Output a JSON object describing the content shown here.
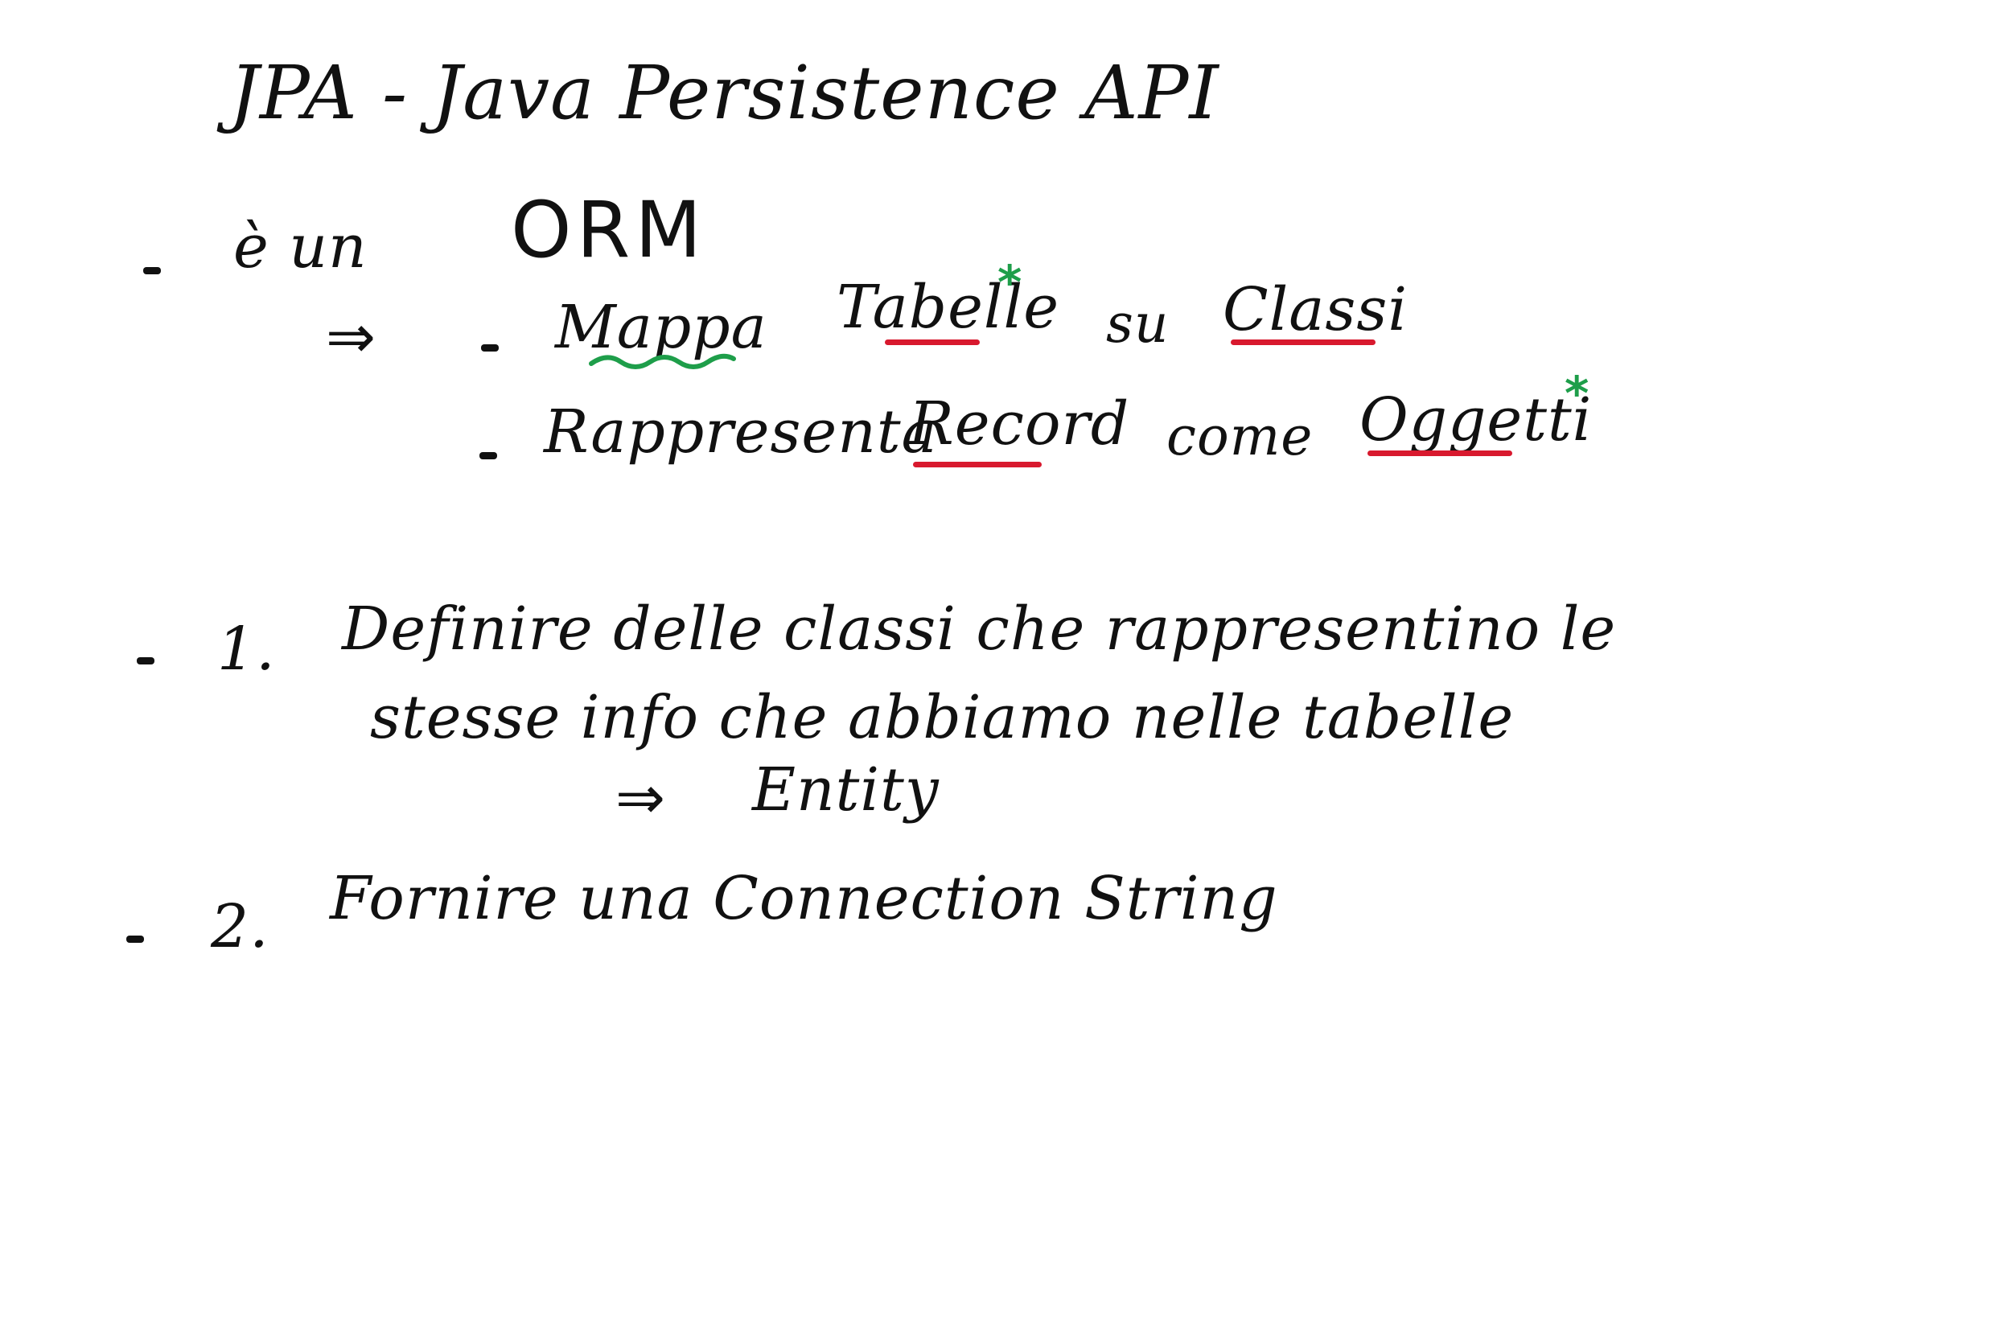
{
  "title": "JPA - Java Persistence API",
  "orm": {
    "prefix": "è un",
    "word": "ORM"
  },
  "orm_points": {
    "arrow": "⇒",
    "line1": {
      "verb": "Mappa",
      "object": "Tabelle",
      "middle": "su",
      "target": "Classi"
    },
    "line2": {
      "verb": "Rappresenta",
      "object": "Record",
      "middle": "come",
      "target": "Oggetti"
    },
    "star": "*"
  },
  "steps": [
    {
      "number": "1.",
      "line1": "Definire delle classi che rappresentino le",
      "line2": "stesse info che abbiamo nelle tabelle",
      "result_arrow": "⇒",
      "result": "Entity"
    },
    {
      "number": "2.",
      "line1": "Fornire una Connection String"
    }
  ],
  "colors": {
    "ink": "#111111",
    "underline_red": "#d8192e",
    "accent_green": "#1e9e4a"
  }
}
